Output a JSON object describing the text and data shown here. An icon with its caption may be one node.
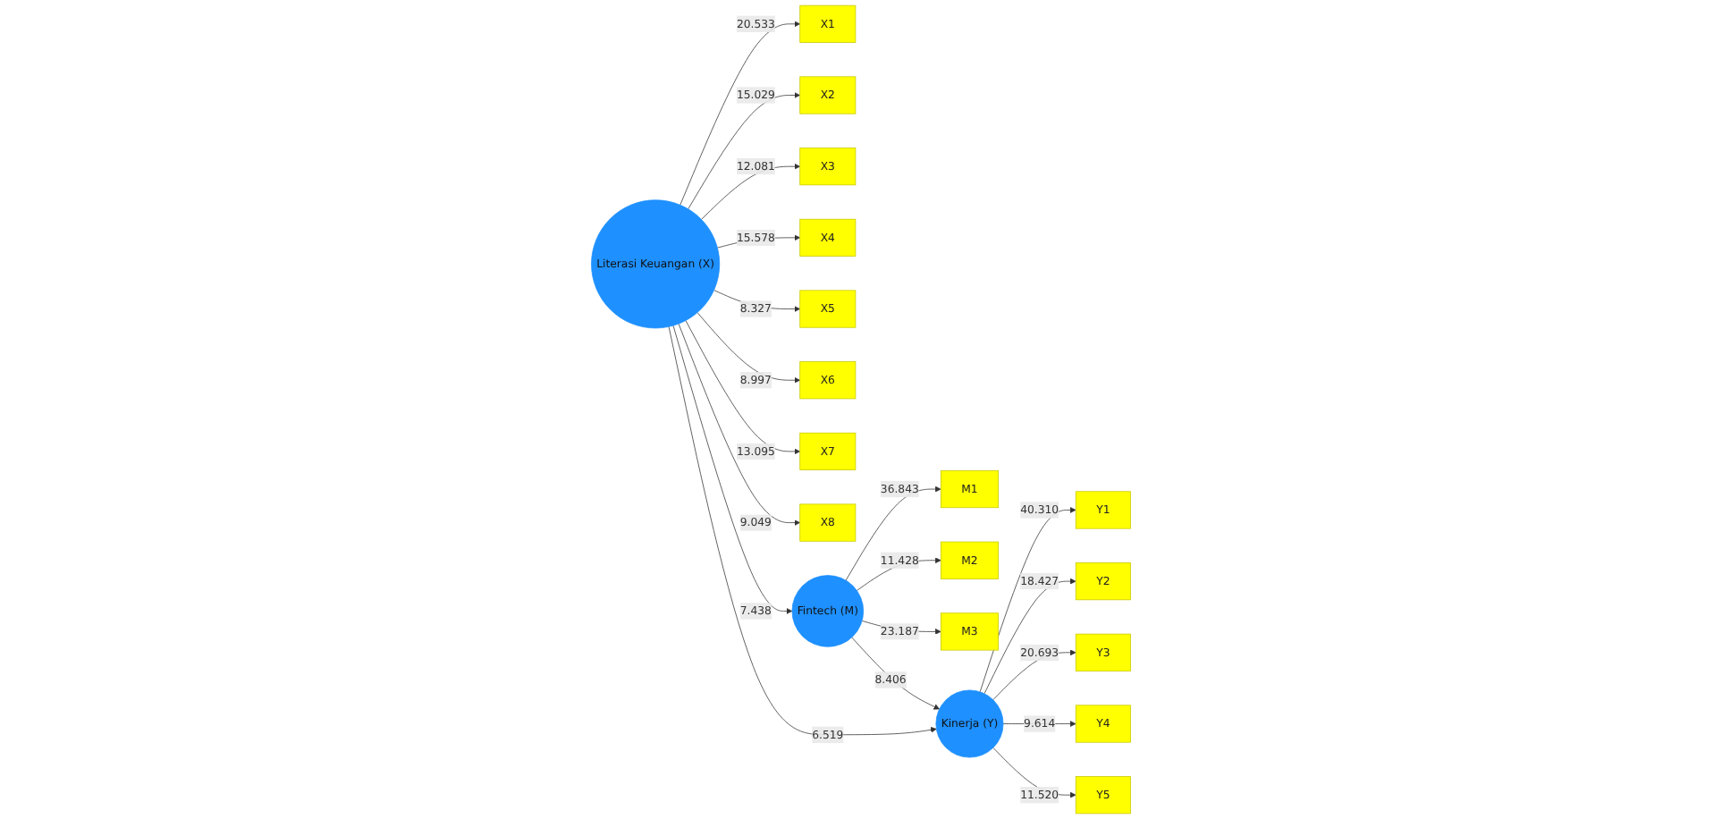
{
  "diagram": {
    "nodes": [
      {
        "text": [
          "M1"
        ]
      },
      {
        "text": [
          "M2"
        ]
      },
      {
        "text": [
          "M3"
        ]
      },
      {
        "text": [
          "X1"
        ]
      },
      {
        "text": [
          "X2"
        ]
      },
      {
        "text": [
          "X3"
        ]
      },
      {
        "text": [
          "X4"
        ]
      },
      {
        "text": [
          "X5"
        ]
      },
      {
        "text": [
          "X6"
        ]
      },
      {
        "text": [
          "X7"
        ]
      },
      {
        "text": [
          "X8"
        ]
      },
      {
        "text": [
          "Fintech (M)"
        ]
      },
      {
        "text": [
          "Literasi Keuangan (X)"
        ]
      },
      {
        "text": [
          "Kinerja (Y)"
        ]
      },
      {
        "text": [
          "Y1"
        ]
      },
      {
        "text": [
          "Y2"
        ]
      },
      {
        "text": [
          "Y3"
        ]
      },
      {
        "text": [
          "Y4"
        ]
      },
      {
        "text": [
          "Y5"
        ]
      }
    ],
    "edges": [
      {
        "from": 11,
        "to": 0,
        "arrow": "to",
        "label": "36.843"
      },
      {
        "from": 11,
        "to": 1,
        "arrow": "to",
        "label": "11.428"
      },
      {
        "from": 11,
        "to": 2,
        "arrow": "to",
        "label": "23.187"
      },
      {
        "from": 12,
        "to": 3,
        "arrow": "to",
        "label": "20.533"
      },
      {
        "from": 12,
        "to": 4,
        "arrow": "to",
        "label": "15.029"
      },
      {
        "from": 12,
        "to": 5,
        "arrow": "to",
        "label": "12.081"
      },
      {
        "from": 12,
        "to": 6,
        "arrow": "to",
        "label": "15.578"
      },
      {
        "from": 12,
        "to": 7,
        "arrow": "to",
        "label": "8.327"
      },
      {
        "from": 12,
        "to": 8,
        "arrow": "to",
        "label": "8.997"
      },
      {
        "from": 12,
        "to": 9,
        "arrow": "to",
        "label": "13.095"
      },
      {
        "from": 12,
        "to": 10,
        "arrow": "to",
        "label": "9.049"
      },
      {
        "from": 12,
        "to": 11,
        "arrow": "to",
        "label": "7.438"
      },
      {
        "from": 11,
        "to": 13,
        "arrow": "to",
        "label": "8.406"
      },
      {
        "from": 12,
        "to": 13,
        "arrow": "to",
        "label": "6.519"
      },
      {
        "from": 13,
        "to": 14,
        "arrow": "to",
        "label": "40.310"
      },
      {
        "from": 13,
        "to": 15,
        "arrow": "to",
        "label": "18.427"
      },
      {
        "from": 13,
        "to": 16,
        "arrow": "to",
        "label": "20.693"
      },
      {
        "from": 13,
        "to": 17,
        "arrow": "to",
        "label": "9.614"
      },
      {
        "from": 13,
        "to": 18,
        "arrow": "to",
        "label": "11.520"
      }
    ]
  }
}
